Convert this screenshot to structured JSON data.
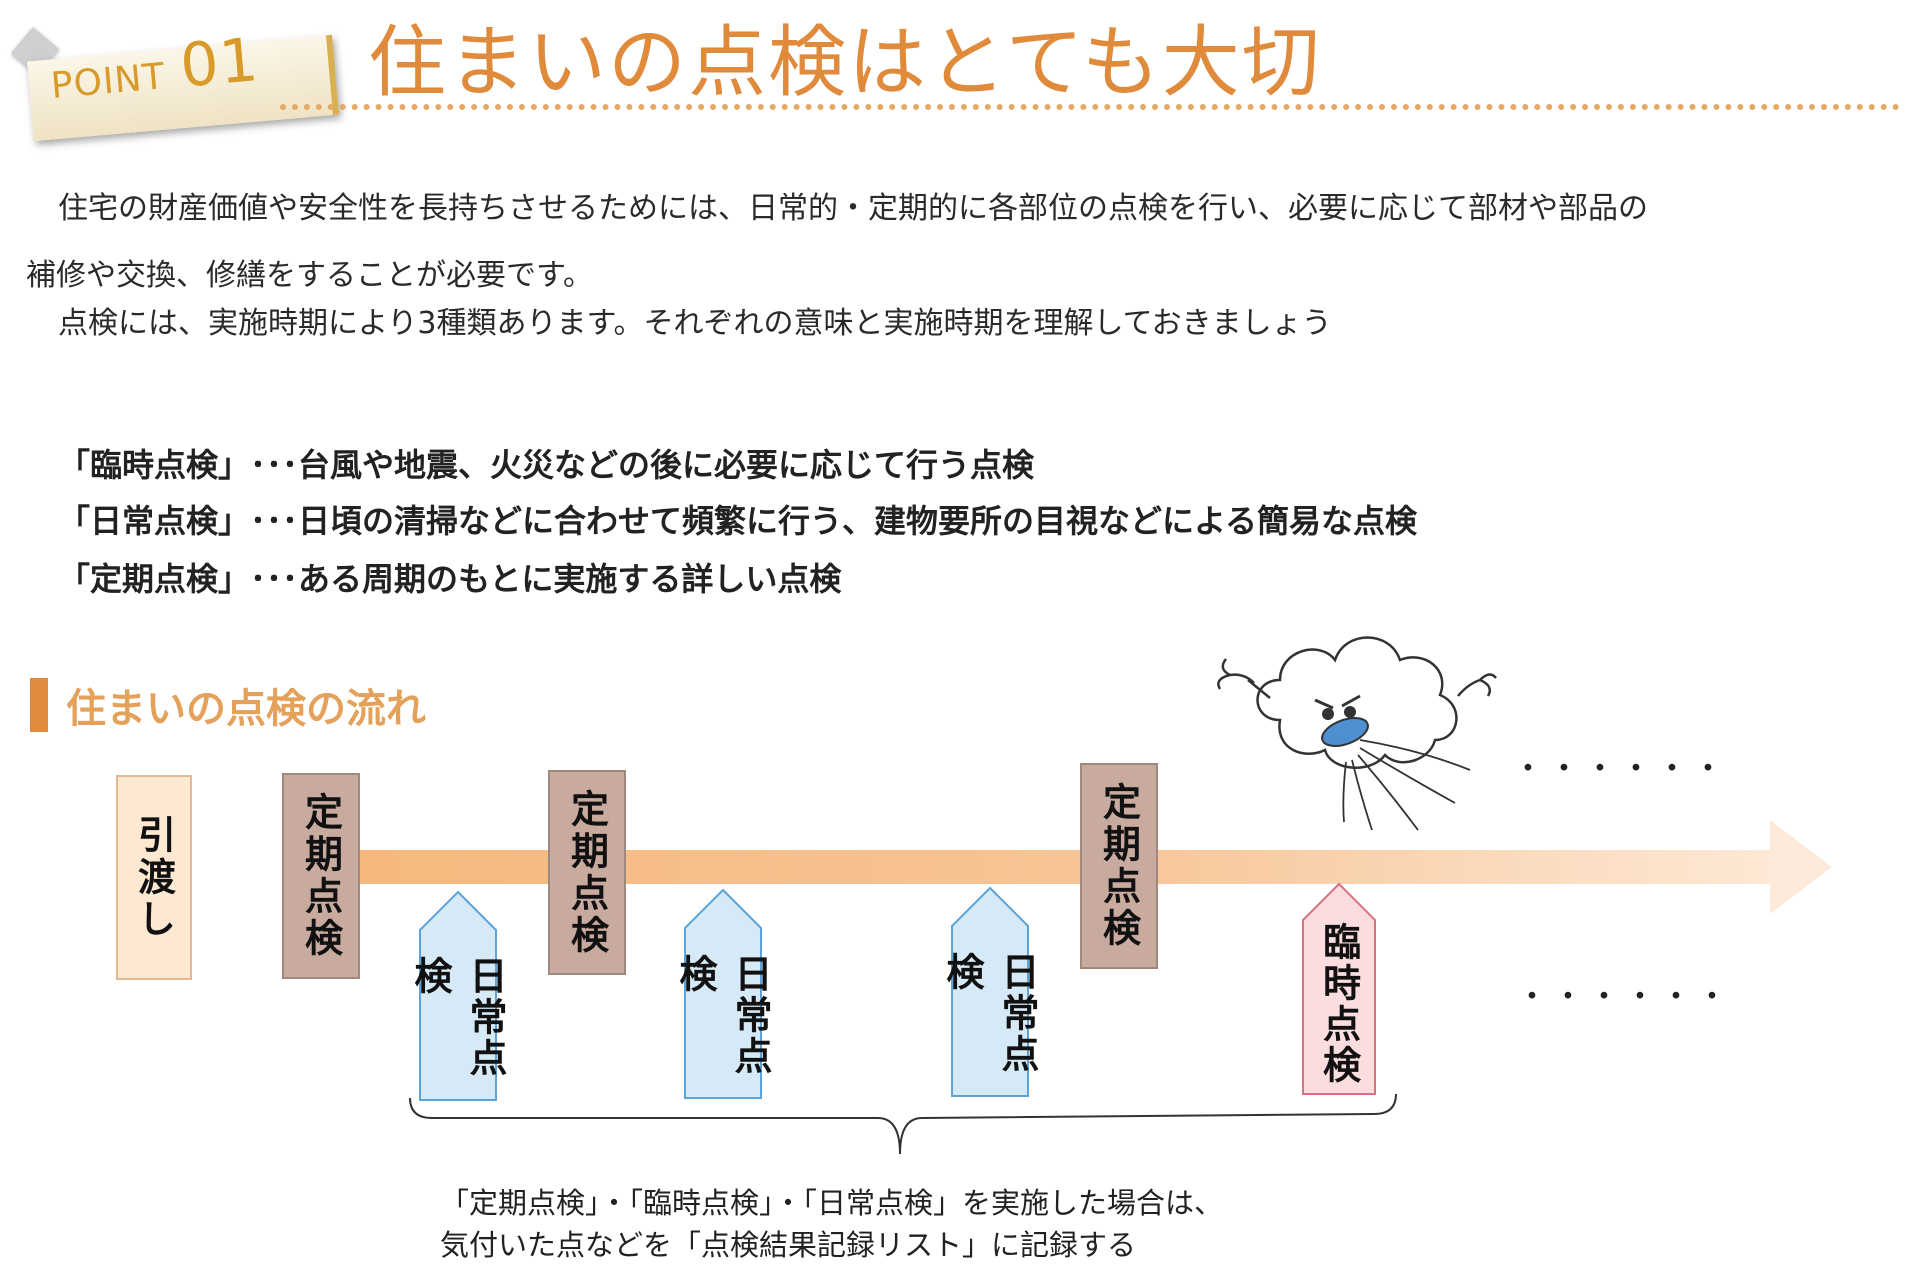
{
  "header": {
    "point_label": "POINT",
    "point_number": "01",
    "title": "住まいの点検はとても大切"
  },
  "intro": {
    "line1": "住宅の財産価値や安全性を長持ちさせるためには、日常的・定期的に各部位の点検を行い、必要に応じて部材や部品の",
    "line2": "補修や交換、修繕をすることが必要です。",
    "line3": "点検には、実施時期により3種類あります。それぞれの意味と実施時期を理解しておきましょう"
  },
  "definitions": [
    {
      "text": "「臨時点検」･･･台風や地震、火災などの後に必要に応じて行う点検"
    },
    {
      "text": "「日常点検」･･･日頃の清掃などに合わせて頻繁に行う、建物要所の目視などによる簡易な点検"
    },
    {
      "text": "「定期点検」･･･ある周期のもとに実施する詳しい点検"
    }
  ],
  "section": {
    "title": "住まいの点検の流れ"
  },
  "timeline": {
    "handover": "引渡し",
    "periodic": [
      "定期点検",
      "定期点検",
      "定期点検"
    ],
    "daily": [
      "日常点検",
      "日常点検",
      "日常点検"
    ],
    "temporary": "臨時点検",
    "dots": "･･････",
    "colors": {
      "arrow": "#f6b77a",
      "handover_fill": "#fde8d2",
      "periodic_fill": "#c8aa9e",
      "daily_fill": "#d6e9f7",
      "daily_stroke": "#5ba3d8",
      "temporary_fill": "#fbdcdf",
      "temporary_stroke": "#d9727f",
      "title_orange": "#e08a3c"
    }
  },
  "caption": {
    "line1": "「定期点検」・「臨時点検」・「日常点検」を実施した場合は、",
    "line2": "気付いた点などを「点検結果記録リスト」に記録する"
  }
}
